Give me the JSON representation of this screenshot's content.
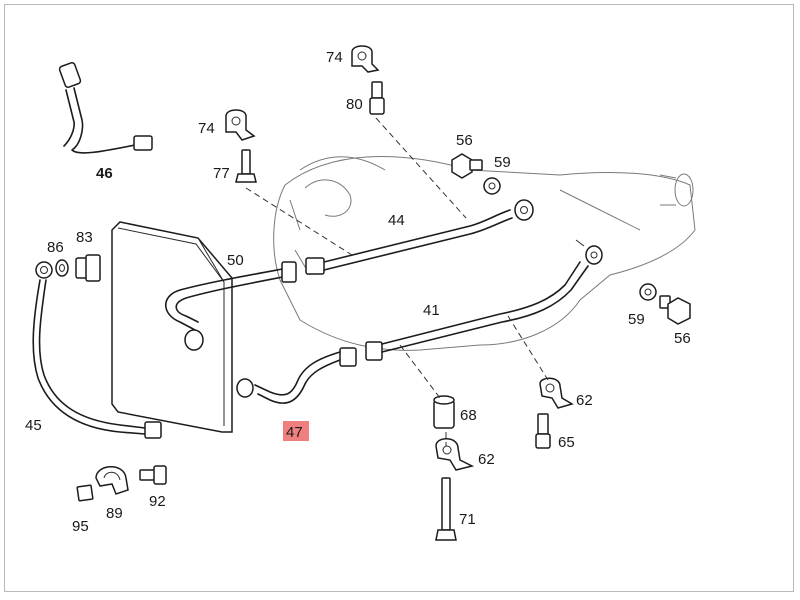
{
  "diagram": {
    "labels": {
      "p74a": "74",
      "p80": "80",
      "p74b": "74",
      "p77": "77",
      "p56a": "56",
      "p59a": "59",
      "p46": "46",
      "p44": "44",
      "p86": "86",
      "p83": "83",
      "p50": "50",
      "p41": "41",
      "p59b": "59",
      "p56b": "56",
      "p62a": "62",
      "p68": "68",
      "p65": "65",
      "p62b": "62",
      "p45": "45",
      "p47": "47",
      "p92": "92",
      "p95": "95",
      "p89": "89",
      "p71": "71"
    },
    "highlight_color": "#f08080"
  }
}
